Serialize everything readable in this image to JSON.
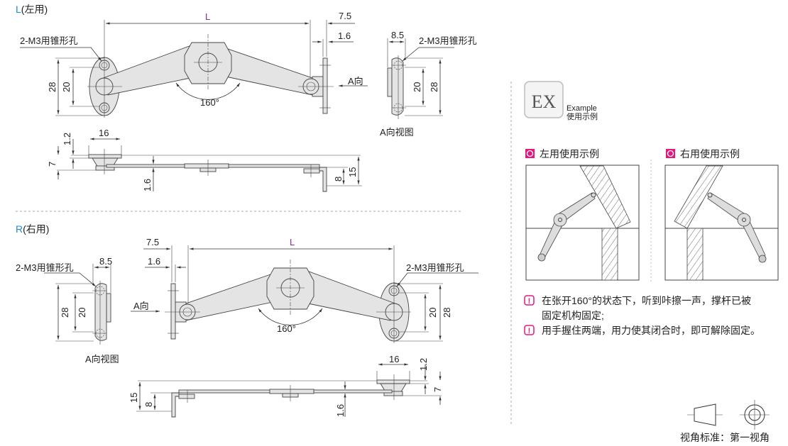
{
  "colors": {
    "blue": "#1f8ad6",
    "purple": "#8e2b8e",
    "pink": "#e2187d",
    "line": "#333333",
    "part_fill": "#e4e4e4"
  },
  "left_section": {
    "title_letter": "L",
    "title_rest": "(左用)",
    "dim_L": "L",
    "dim_7_5": "7.5",
    "dim_1_6": "1.6",
    "hole_note": "2-M3用锥形孔",
    "hole_note_view": "2-M3用锥形孔",
    "dim_28": "28",
    "dim_20": "20",
    "angle": "160°",
    "arrow_label": "A向",
    "dim_8_5": "8.5",
    "view_dim_20": "20",
    "view_dim_28": "28",
    "view_label": "A向视图",
    "side_dim_1_2": "1.2",
    "side_dim_16": "16",
    "side_dim_7": "7",
    "side_dim_1_6": "1.6",
    "side_dim_8": "8",
    "side_dim_15": "15"
  },
  "right_section": {
    "title_letter": "R",
    "title_rest": "(右用)",
    "dim_L": "L",
    "dim_7_5": "7.5",
    "dim_1_6": "1.6",
    "dim_8_5": "8.5",
    "hole_note_view": "2-M3用锥形孔",
    "hole_note": "2-M3用锥形孔",
    "arrow_label": "A向",
    "view_dim_28": "28",
    "view_dim_20": "20",
    "angle": "160°",
    "dim_20": "20",
    "dim_28": "28",
    "view_label": "A向视图",
    "side_dim_16": "16",
    "side_dim_1_2": "1.2",
    "side_dim_7": "7",
    "side_dim_15": "15",
    "side_dim_8": "8",
    "side_dim_1_6": "1.6"
  },
  "example": {
    "badge": "EX",
    "title_en": "Example",
    "title_cn": "使用示例",
    "left_caption": "左用使用示例",
    "right_caption": "右用使用示例",
    "notes": [
      {
        "line1": "在张开160°的状态下，听到咔擦一声，撑杆已被",
        "line2": "固定机构固定;"
      },
      {
        "line1": "用手握住两端，用力使其闭合时，即可解除固定。"
      }
    ]
  },
  "projection": {
    "label": "视角标准：第一视角"
  }
}
